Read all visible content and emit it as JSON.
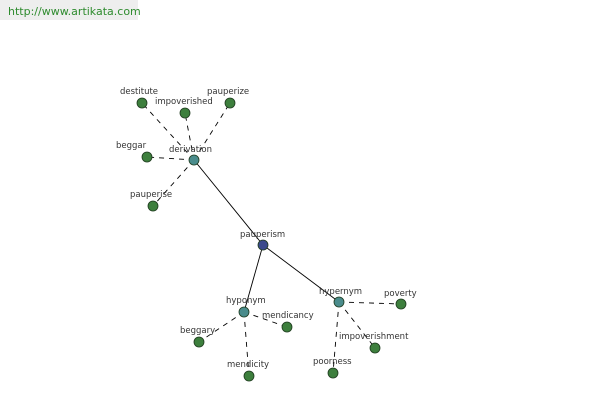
{
  "watermark": {
    "url": "http://www.artikata.com"
  },
  "colors": {
    "center": "#3b4a8c",
    "category": "#4a8c8c",
    "leaf": "#3d7f3d",
    "solid_edge": "#000000",
    "dashed_edge": "#000000",
    "watermark_bg": "#eeeeee",
    "watermark_text": "#2e8b2e"
  },
  "graph": {
    "center": {
      "id": "pauperism",
      "label": "pauperism"
    },
    "categories": [
      {
        "id": "derivation",
        "label": "derivation",
        "leaves": [
          "destitute",
          "impoverished",
          "pauperize",
          "beggar",
          "pauperise"
        ]
      },
      {
        "id": "hyponym",
        "label": "hyponym",
        "leaves": [
          "beggary",
          "mendicancy",
          "mendicity"
        ]
      },
      {
        "id": "hypernym",
        "label": "hypernym",
        "leaves": [
          "poverty",
          "impoverishment",
          "poorness"
        ]
      }
    ]
  }
}
